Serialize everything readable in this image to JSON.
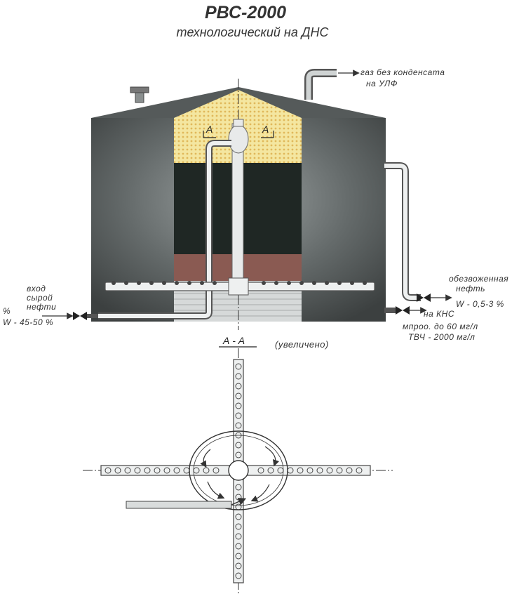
{
  "title": "РВС-2000",
  "subtitle": "технологический на ДНС",
  "labels": {
    "gas": "газ без конденсата",
    "gas_dest": "на УЛФ",
    "inlet_1": "вход",
    "inlet_2": "сырой",
    "inlet_3": "нефти",
    "inlet_pct": "%",
    "inlet_w": "W - 45-50 %",
    "out_oil_1": "обезвоженная",
    "out_oil_2": "нефть",
    "out_oil_w": "W - 0,5-3 %",
    "out_water_1": "на КНС",
    "out_water_2": "мпроо. до 60 мг/л",
    "out_water_3": "ТВЧ - 2000 мг/л",
    "sec_left": "А",
    "sec_right": "А",
    "section_title": "А - А",
    "section_note": "(увеличено)"
  },
  "colors": {
    "tank_body": "#4a4e4e",
    "tank_highlight": "#9ca2a2",
    "gas_zone": "#f4e6a0",
    "oil_zone": "#1f2724",
    "water_zone": "#8a5a52",
    "pipe": "#e8eaea",
    "line": "#333333"
  }
}
